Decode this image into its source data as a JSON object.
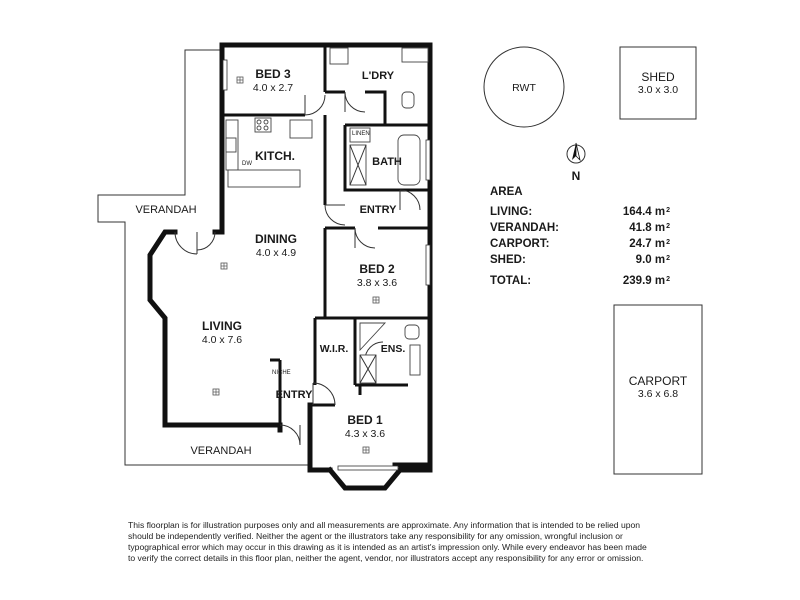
{
  "rooms": {
    "bed3": {
      "name": "BED 3",
      "dims": "4.0 x 2.7"
    },
    "laundry": {
      "name": "L'DRY"
    },
    "kitchen": {
      "name": "KITCH."
    },
    "bath": {
      "name": "BATH"
    },
    "linen": {
      "name": "LINEN"
    },
    "dw": {
      "name": "DW"
    },
    "dining": {
      "name": "DINING",
      "dims": "4.0 x 4.9"
    },
    "living": {
      "name": "LIVING",
      "dims": "4.0 x 7.6"
    },
    "bed2": {
      "name": "BED 2",
      "dims": "3.8 x 3.6"
    },
    "wir": {
      "name": "W.I.R."
    },
    "ens": {
      "name": "ENS."
    },
    "niche": {
      "name": "NICHE"
    },
    "entry_top": {
      "name": "ENTRY"
    },
    "entry_bottom": {
      "name": "ENTRY"
    },
    "bed1": {
      "name": "BED 1",
      "dims": "4.3 x 3.6"
    },
    "verandah_top": {
      "name": "VERANDAH"
    },
    "verandah_bottom": {
      "name": "VERANDAH"
    }
  },
  "outbuildings": {
    "rwt": {
      "name": "RWT"
    },
    "shed": {
      "name": "SHED",
      "dims": "3.0 x 3.0"
    },
    "carport": {
      "name": "CARPORT",
      "dims": "3.6 x 6.8"
    }
  },
  "compass": {
    "label": "N"
  },
  "area": {
    "title": "AREA",
    "rows": [
      {
        "label": "LIVING:",
        "value": "164.4 m",
        "unit": "2"
      },
      {
        "label": "VERANDAH:",
        "value": "41.8 m",
        "unit": "2"
      },
      {
        "label": "CARPORT:",
        "value": "24.7 m",
        "unit": "2"
      },
      {
        "label": "SHED:",
        "value": "9.0 m",
        "unit": "2"
      }
    ],
    "total": {
      "label": "TOTAL:",
      "value": "239.9 m",
      "unit": "2"
    }
  },
  "disclaimer": [
    "This floorplan is for illustration purposes only and all measurements are approximate. Any information that is intended to be relied upon",
    "should be independently verified. Neither the agent or the illustrators take any responsibility for any omission, wrongful inclusion or",
    "typographical error which may occur in this drawing as it is intended as an artist's impression only. While every endeavor has been made",
    "to verify the correct details in this floor plan, neither the agent, vendor, nor illustrators accept any responsibility for any error or omission."
  ]
}
